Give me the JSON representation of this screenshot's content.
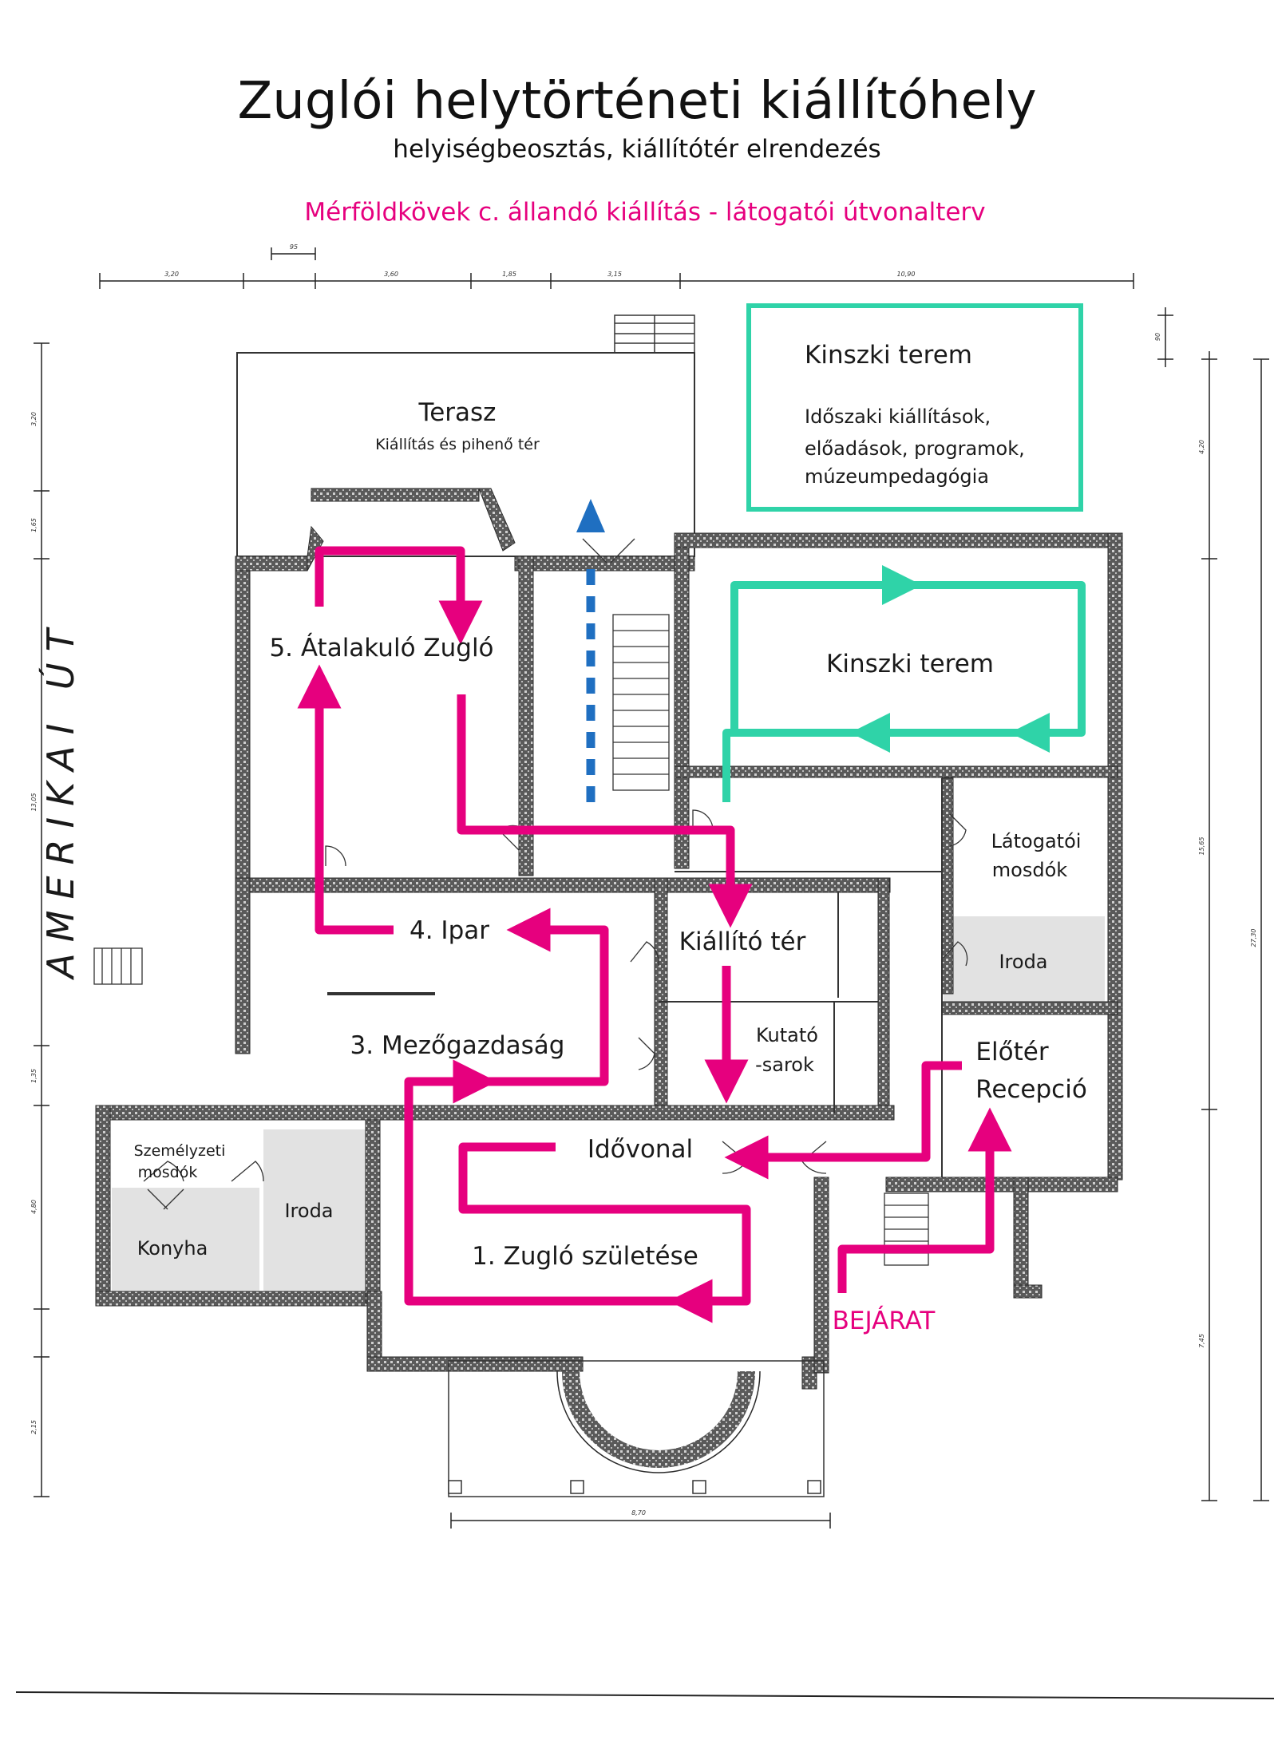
{
  "title": "Zuglói helytörténeti kiállítóhely",
  "subtitle": "helyiségbeosztás, kiállítótér elrendezés",
  "route_title": "Mérföldkövek c. állandó kiállítás - látogatói útvonalterv",
  "street_name": "AMERIKAI ÚT",
  "colors": {
    "route": "#e6007e",
    "kinszki_route": "#2fd3a8",
    "exit": "#1f6fc1",
    "wall": "#3a3a3a",
    "room_fill": "#e2e2e2"
  },
  "kinszki_box": {
    "heading": "Kinszki terem",
    "line1": "Időszaki kiállítások,",
    "line2": "előadások, programok,",
    "line3": "múzeumpedagógia"
  },
  "rooms": {
    "terasz": "Terasz",
    "terasz_sub": "Kiállítás és pihenő tér",
    "atalakulo": "5. Átalakuló Zugló",
    "kinszki": "Kinszki terem",
    "latogatoi_1": "Látogatói",
    "latogatoi_2": "mosdók",
    "ipar": "4. Ipar",
    "kiallito": "Kiállító tér",
    "iroda_right": "Iroda",
    "kutato_1": "Kutató",
    "kutato_2": "-sarok",
    "mezogazdasag": "3. Mezőgazdaság",
    "eloter": "Előtér",
    "recepcio": "Recepció",
    "szemelyzeti_1": "Személyzeti",
    "szemelyzeti_2": "mosdók",
    "iroda_left": "Iroda",
    "konyha": "Konyha",
    "idovonal": "Idővonal",
    "zuglo_szuletese": "1. Zugló születése",
    "bejarat": "BEJÁRAT"
  },
  "dimensions": {
    "top_1": "3,20",
    "top_2": "3,60",
    "top_3": "1,85",
    "top_4": "3,15",
    "top_5": "10,90",
    "top_small": "95",
    "left_1": "3,20",
    "left_2": "1,65",
    "left_3": "13,05",
    "left_4": "1,35",
    "left_5": "4,80",
    "left_6": "2,15",
    "right_1": "90",
    "right_2": "4,20",
    "right_3": "15,65",
    "right_4": "27,30",
    "right_5": "7,45",
    "bottom_1": "8,70"
  }
}
